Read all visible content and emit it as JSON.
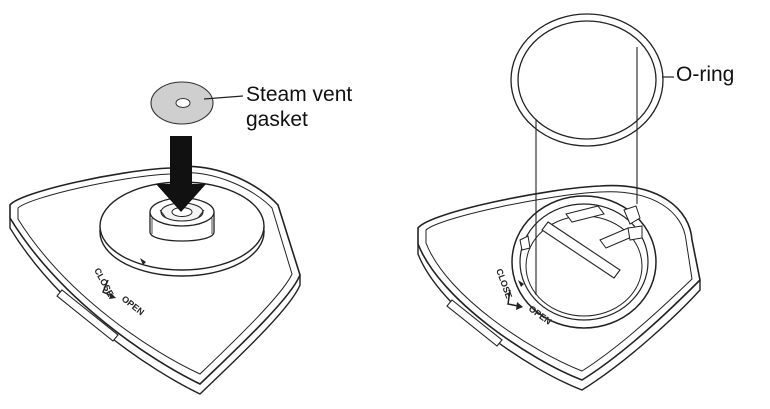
{
  "figure": {
    "left_panel": {
      "callout_line1": "Steam vent",
      "callout_line2": "gasket",
      "close_label": "CLOSE",
      "open_label": "OPEN"
    },
    "right_panel": {
      "callout": "O-ring",
      "close_label": "CLOSE",
      "open_label": "OPEN"
    }
  }
}
